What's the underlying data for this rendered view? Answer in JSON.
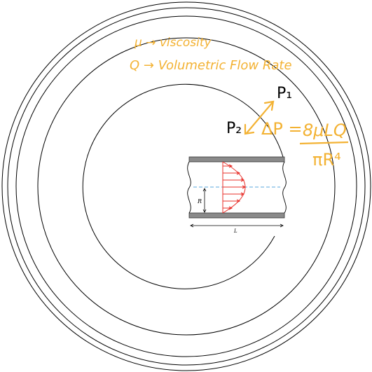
{
  "colors": {
    "background": "#ffffff",
    "line": "#000000",
    "annotation": "#f3b233",
    "profile": "#e8302a",
    "centerline": "#5aa9dd",
    "wall": "#8a8a8a"
  },
  "notes": {
    "line1": "μ → viscosity",
    "line2": "Q → Volumetric Flow Rate"
  },
  "pressure": {
    "p1": "P₁",
    "p2": "P₂"
  },
  "equation": {
    "lhs": "ΔP = ",
    "numerator": "8μLQ",
    "denominator": "πR⁴"
  },
  "pipe": {
    "radius_label": "R",
    "length_label": "L"
  }
}
